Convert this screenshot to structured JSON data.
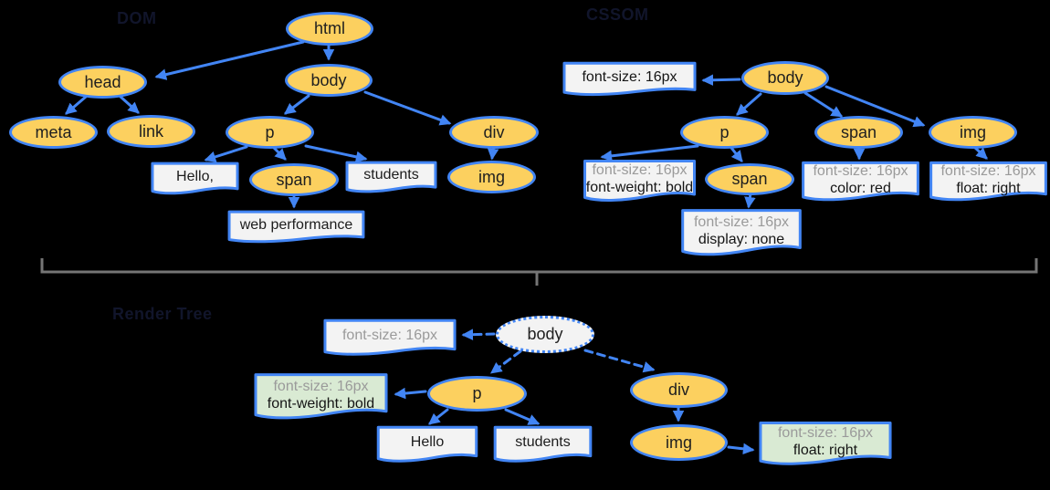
{
  "colors": {
    "background": "#000000",
    "accent_blue": "#4285F4",
    "node_fill_yellow": "#FCD05F",
    "box_fill_gray": "#F3F3F3",
    "box_fill_green": "#D9EAD3",
    "inherited_rule_text": "#9a9a9a",
    "rule_text": "#151515",
    "brace_gray": "#757575"
  },
  "dom": {
    "label": "DOM",
    "nodes": {
      "html": "html",
      "head": "head",
      "meta": "meta",
      "link": "link",
      "body": "body",
      "p": "p",
      "span": "span",
      "div": "div",
      "img": "img"
    },
    "text_nodes": {
      "hello": "Hello,",
      "span_text": "web performance",
      "students": "students"
    }
  },
  "cssom": {
    "label": "CSSOM",
    "nodes": {
      "body": "body",
      "p": "p",
      "span": "span",
      "img": "img",
      "span_child": "span"
    },
    "rules": {
      "body": {
        "line1": "font-size: 16px"
      },
      "p": {
        "line1": "font-size: 16px",
        "line2": "font-weight: bold"
      },
      "span_child": {
        "line1": "font-size: 16px",
        "line2": "display: none"
      },
      "span": {
        "line1": "font-size: 16px",
        "line2": "color: red"
      },
      "img": {
        "line1": "font-size: 16px",
        "line2": "float: right"
      }
    }
  },
  "render_tree": {
    "label": "Render Tree",
    "nodes": {
      "body": "body",
      "p": "p",
      "div": "div",
      "img": "img"
    },
    "text_nodes": {
      "hello": "Hello",
      "students": "students"
    },
    "rules": {
      "body": {
        "line1": "font-size: 16px"
      },
      "p": {
        "line1": "font-size: 16px",
        "line2": "font-weight: bold"
      },
      "img": {
        "line1": "font-size: 16px",
        "line2": "float: right"
      }
    }
  }
}
